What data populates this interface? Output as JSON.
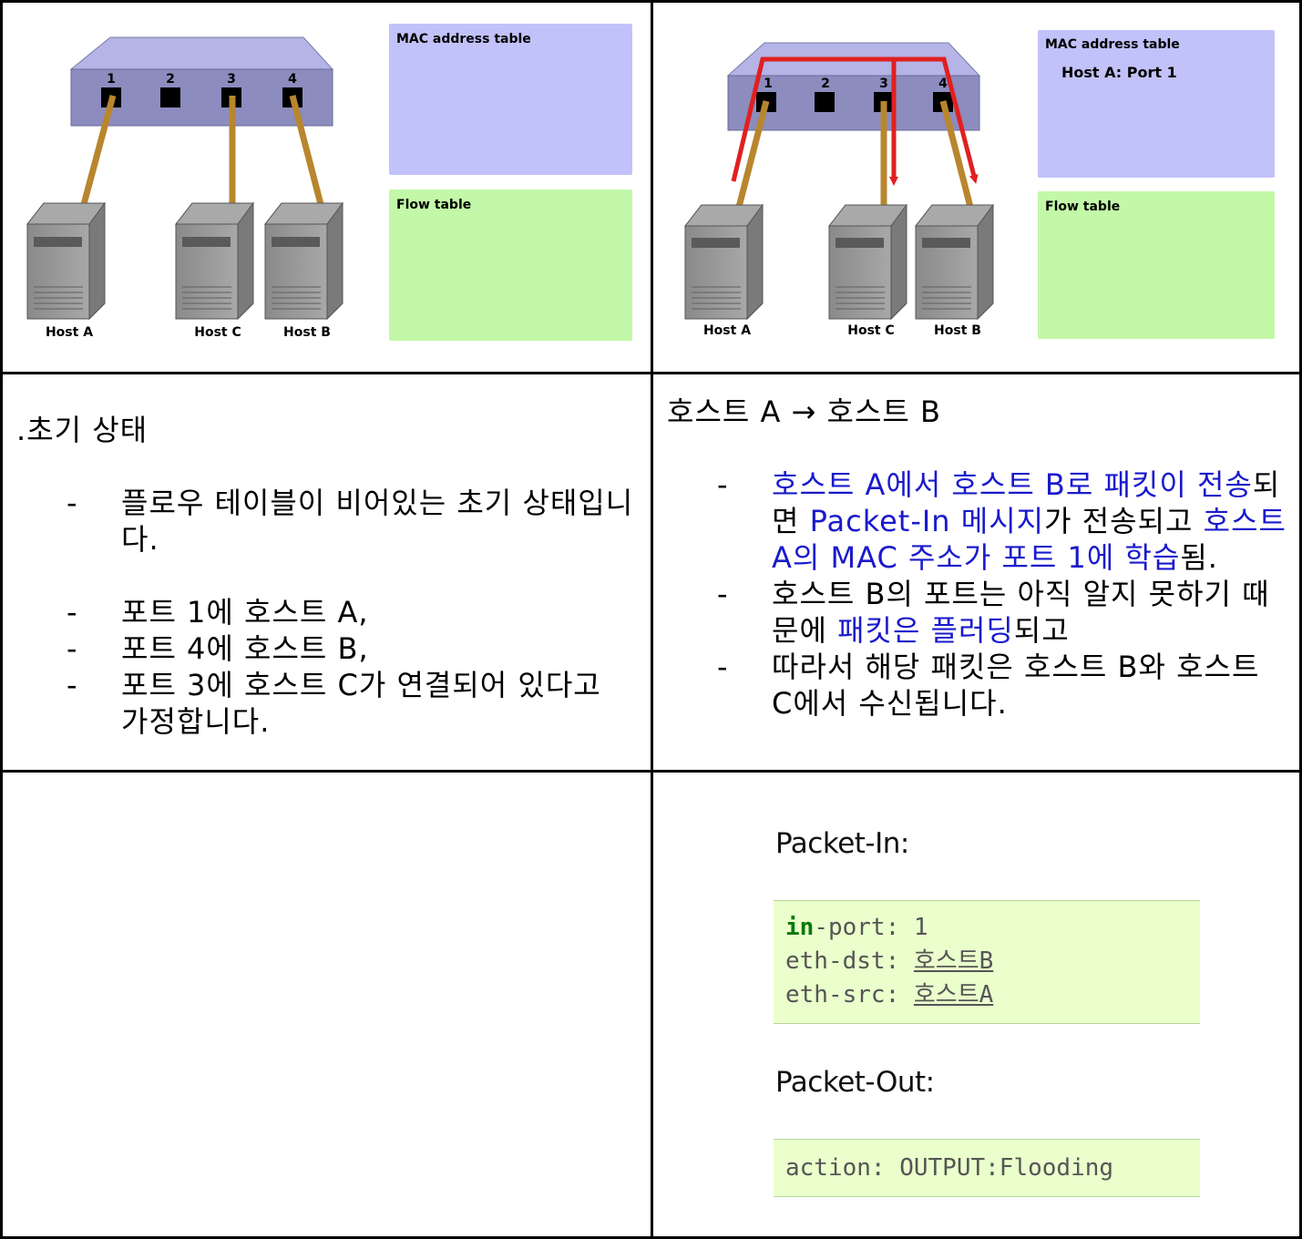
{
  "panel1": {
    "mac_table_title": "MAC address table",
    "flow_table_title": "Flow table",
    "ports": [
      "1",
      "2",
      "3",
      "4"
    ],
    "hosts": [
      "Host A",
      "Host C",
      "Host B"
    ]
  },
  "panel2": {
    "mac_table_title": "MAC address table",
    "mac_entry": "Host A: Port 1",
    "flow_table_title": "Flow table",
    "ports": [
      "1",
      "2",
      "3",
      "4"
    ],
    "hosts": [
      "Host A",
      "Host C",
      "Host B"
    ]
  },
  "left_text": {
    "heading": ".초기 상태",
    "bullet1": "플로우 테이블이 비어있는 초기 상태입니다.",
    "bullet2": "포트 1에 호스트 A,",
    "bullet3": "포트 4에 호스트 B,",
    "bullet4": "포트 3에 호스트 C가 연결되어 있다고 가정합니다.",
    "dash": "-"
  },
  "right_text": {
    "heading": "호스트 A → 호스트 B",
    "dash": "-",
    "b1_part1": "호스트 A에서 호스트 B로 패킷이 전송",
    "b1_part2": "되면 ",
    "b1_part3": "Packet-In 메시지",
    "b1_part4": "가 전송되고 ",
    "b1_part5": "호스트 A의 MAC 주소가 포트 1에 학습",
    "b1_part6": "됨.",
    "b2_part1": "호스트 B의 포트는 아직 알지 못하기 때문에 ",
    "b2_part2": "패킷은 플러딩",
    "b2_part3": "되고",
    "b3": "따라서 해당 패킷은 호스트 B와 호스트 C에서 수신됩니다."
  },
  "packet_in": {
    "title": "Packet-In:",
    "in_keyword": "in",
    "line1_rest": "-port: 1",
    "line2_key": "eth-dst: ",
    "line2_val": "호스트B",
    "line3_key": "eth-src: ",
    "line3_val": "호스트A"
  },
  "packet_out": {
    "title": "Packet-Out:",
    "line1": "action: OUTPUT:Flooding"
  },
  "colors": {
    "switch_body": "#8c8cbf",
    "switch_top": "#b4b4e6",
    "mac_table_fill": "#c2c2fa",
    "flow_table_fill": "#c3f8a8",
    "cable": "#b8862e",
    "flood_arrow": "#e02020",
    "highlight_blue": "#1a1acc",
    "code_bg": "#eaffcc"
  }
}
